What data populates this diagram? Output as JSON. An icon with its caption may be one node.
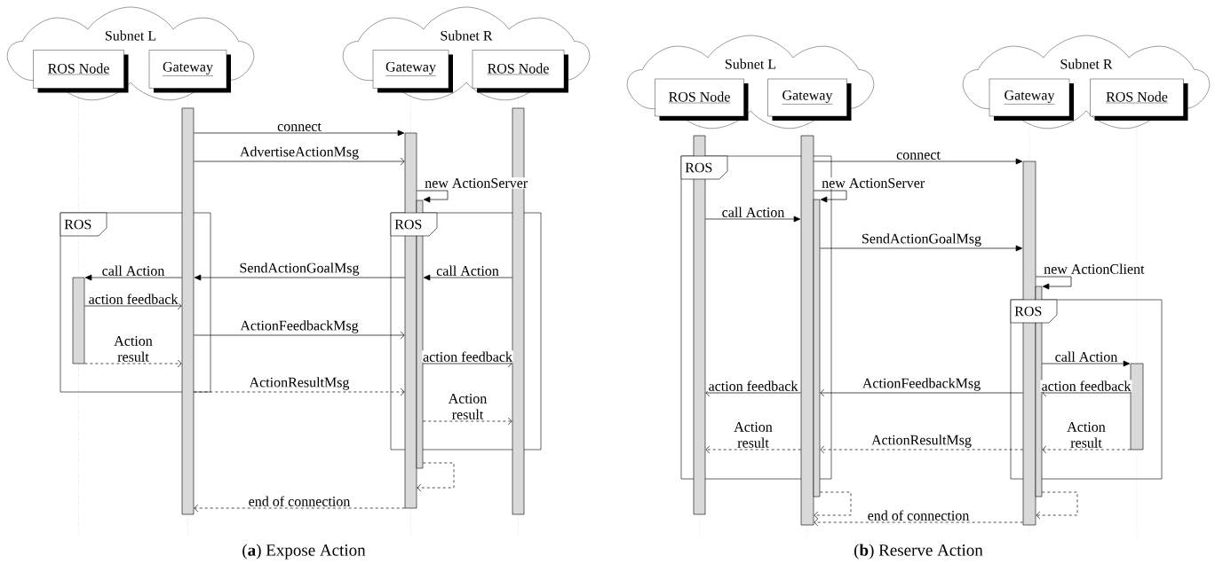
{
  "diagram": {
    "nodes": [
      {
        "text": [
          "Subnet L"
        ]
      },
      {
        "text": [
          "ROS Node"
        ],
        "in": 0
      },
      {
        "text": [
          "Gateway"
        ],
        "in": 0
      },
      {
        "text": [
          "Subnet R"
        ]
      },
      {
        "text": [
          "Gateway"
        ],
        "in": 3
      },
      {
        "text": [
          "ROS Node"
        ],
        "in": 3
      },
      {
        "text": [
          "ROS"
        ]
      },
      {
        "text": [
          "ROS"
        ]
      },
      {
        "text": [],
        "shape": "bar"
      },
      {
        "text": [],
        "shape": "bar"
      },
      {
        "text": [],
        "shape": "bar"
      },
      {
        "text": [],
        "shape": "bar"
      },
      {
        "text": [],
        "shape": "bar"
      },
      {
        "text": [
          "Subnet L"
        ]
      },
      {
        "text": [
          "ROS Node"
        ],
        "in": 13
      },
      {
        "text": [
          "Gateway"
        ],
        "in": 13
      },
      {
        "text": [
          "Subnet R"
        ]
      },
      {
        "text": [
          "Gateway"
        ],
        "in": 16
      },
      {
        "text": [
          "ROS Node"
        ],
        "in": 16
      },
      {
        "text": [
          "ROS"
        ]
      },
      {
        "text": [
          "ROS"
        ]
      },
      {
        "text": [],
        "shape": "bar"
      },
      {
        "text": [],
        "shape": "bar"
      },
      {
        "text": [],
        "shape": "bar"
      },
      {
        "text": [],
        "shape": "bar"
      },
      {
        "text": [],
        "shape": "bar"
      },
      {
        "text": [],
        "shape": "bar"
      }
    ],
    "edges": [
      {
        "from": 9,
        "to": 10,
        "arrow": "to",
        "label": "connect"
      },
      {
        "from": 9,
        "to": 10,
        "arrow": "to",
        "label": "AdvertiseActionMsg"
      },
      {
        "from": 10,
        "to": 11,
        "arrow": "to",
        "label": "new ActionServer"
      },
      {
        "from": 12,
        "to": 11,
        "arrow": "to",
        "label": "call Action"
      },
      {
        "from": 10,
        "to": 9,
        "arrow": "to",
        "label": "SendActionGoalMsg"
      },
      {
        "from": 9,
        "to": 8,
        "arrow": "to",
        "label": "call Action"
      },
      {
        "from": 8,
        "to": 9,
        "arrow": "to",
        "label": "action feedback"
      },
      {
        "from": 9,
        "to": 10,
        "arrow": "to",
        "label": "ActionFeedbackMsg"
      },
      {
        "from": 11,
        "to": 12,
        "arrow": "to",
        "label": "action feedback"
      },
      {
        "from": 8,
        "to": 9,
        "arrow": "to",
        "label": "Action result",
        "style": "dashed"
      },
      {
        "from": 9,
        "to": 10,
        "arrow": "to",
        "label": "ActionResultMsg",
        "style": "dashed"
      },
      {
        "from": 11,
        "to": 12,
        "arrow": "to",
        "label": "Action result",
        "style": "dashed"
      },
      {
        "from": 11,
        "to": 10,
        "arrow": "to",
        "style": "dashed"
      },
      {
        "from": 10,
        "to": 9,
        "arrow": "to",
        "label": "end of connection",
        "style": "dashed"
      },
      {
        "from": 22,
        "to": 24,
        "arrow": "to",
        "label": "connect"
      },
      {
        "from": 22,
        "to": 23,
        "arrow": "to",
        "label": "new ActionServer"
      },
      {
        "from": 21,
        "to": 22,
        "arrow": "to",
        "label": "call Action"
      },
      {
        "from": 23,
        "to": 24,
        "arrow": "to",
        "label": "SendActionGoalMsg"
      },
      {
        "from": 24,
        "to": 25,
        "arrow": "to",
        "label": "new ActionClient"
      },
      {
        "from": 25,
        "to": 26,
        "arrow": "to",
        "label": "call Action"
      },
      {
        "from": 26,
        "to": 25,
        "arrow": "to",
        "label": "action feedback"
      },
      {
        "from": 24,
        "to": 23,
        "arrow": "to",
        "label": "ActionFeedbackMsg"
      },
      {
        "from": 22,
        "to": 21,
        "arrow": "to",
        "label": "action feedback"
      },
      {
        "from": 26,
        "to": 25,
        "arrow": "to",
        "label": "Action result",
        "style": "dashed"
      },
      {
        "from": 24,
        "to": 23,
        "arrow": "to",
        "label": "ActionResultMsg",
        "style": "dashed"
      },
      {
        "from": 22,
        "to": 21,
        "arrow": "to",
        "label": "Action result",
        "style": "dashed"
      },
      {
        "from": 23,
        "to": 22,
        "arrow": "to",
        "style": "dashed"
      },
      {
        "from": 25,
        "to": 24,
        "arrow": "to",
        "style": "dashed"
      },
      {
        "from": 24,
        "to": 22,
        "arrow": "to",
        "label": "end of connection",
        "style": "dashed"
      }
    ],
    "labels": [
      "(**a**) Expose Action",
      "(**b**) Reserve Action"
    ]
  }
}
